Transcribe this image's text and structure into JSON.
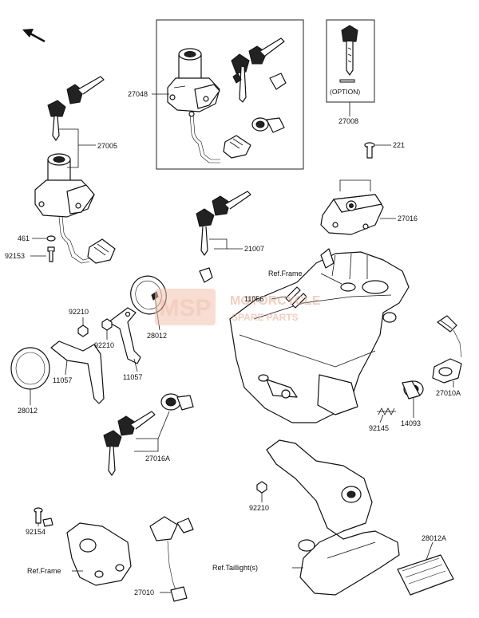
{
  "labels": {
    "p27048": "27048",
    "p27005": "27005",
    "p27008": "27008",
    "option": "(OPTION)",
    "p221": "221",
    "p27016": "27016",
    "p461": "461",
    "p92153": "92153",
    "p21007": "21007",
    "ref_frame_top": "Ref.Frame",
    "p11056": "11056",
    "p92210_a": "92210",
    "p92210_b": "92210",
    "p28012_a": "28012",
    "p28012_b": "28012",
    "p11057_a": "11057",
    "p11057_b": "11057",
    "p27010A": "27010A",
    "p14093": "14093",
    "p92145": "92145",
    "p27016A": "27016A",
    "p92210_c": "92210",
    "p92154": "92154",
    "ref_frame_bottom": "Ref.Frame",
    "p27010": "27010",
    "ref_taillight": "Ref.Taillight(s)",
    "p28012A": "28012A"
  },
  "watermark": {
    "logo_text": "MSP",
    "line1": "MOTORCYCLE",
    "line2": "SPARE PARTS",
    "color": "#e07050"
  },
  "icons": {
    "direction": "arrow-up-left-icon"
  }
}
